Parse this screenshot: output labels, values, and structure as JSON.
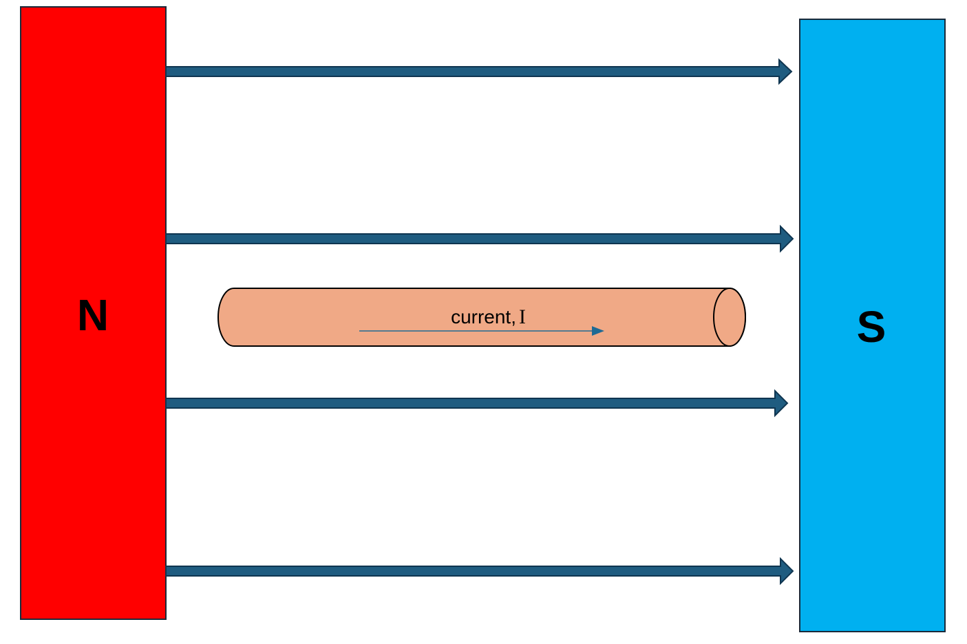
{
  "magnets": {
    "north": {
      "label": "N",
      "color": "#FF0000"
    },
    "south": {
      "label": "S",
      "color": "#00B0F0"
    }
  },
  "field_lines": {
    "count": 4,
    "direction": "N to S",
    "color": "#1F5C80"
  },
  "conductor": {
    "color": "#F0A986",
    "label": "current,",
    "symbol": "I",
    "arrow_color": "#1F6A94"
  }
}
